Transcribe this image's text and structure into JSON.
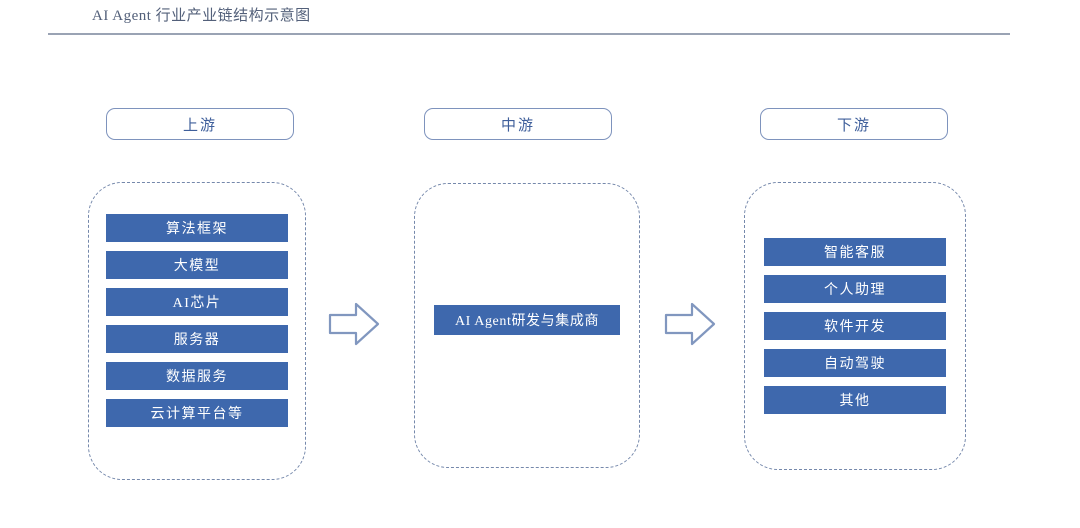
{
  "title": "AI Agent 行业产业链结构示意图",
  "colors": {
    "bar_fill": "#3e68ad",
    "bar_text": "#ffffff",
    "header_border": "#7e93bd",
    "header_text": "#3f5f9b",
    "container_border": "#7588ab",
    "arrow_stroke": "#8197bf",
    "title_text": "#53607a",
    "rule": "#9aa3b4"
  },
  "stages": [
    {
      "id": "upstream",
      "header": "上游",
      "items": [
        "算法框架",
        "大模型",
        "AI芯片",
        "服务器",
        "数据服务",
        "云计算平台等"
      ]
    },
    {
      "id": "midstream",
      "header": "中游",
      "items": [
        "AI Agent研发与集成商"
      ]
    },
    {
      "id": "downstream",
      "header": "下游",
      "items": [
        "智能客服",
        "个人助理",
        "软件开发",
        "自动驾驶",
        "其他"
      ]
    }
  ],
  "arrows": [
    {
      "id": "arrow-up-mid",
      "icon": "right-arrow-icon",
      "from": "上游",
      "to": "中游"
    },
    {
      "id": "arrow-mid-down",
      "icon": "right-arrow-icon",
      "from": "中游",
      "to": "下游"
    }
  ]
}
